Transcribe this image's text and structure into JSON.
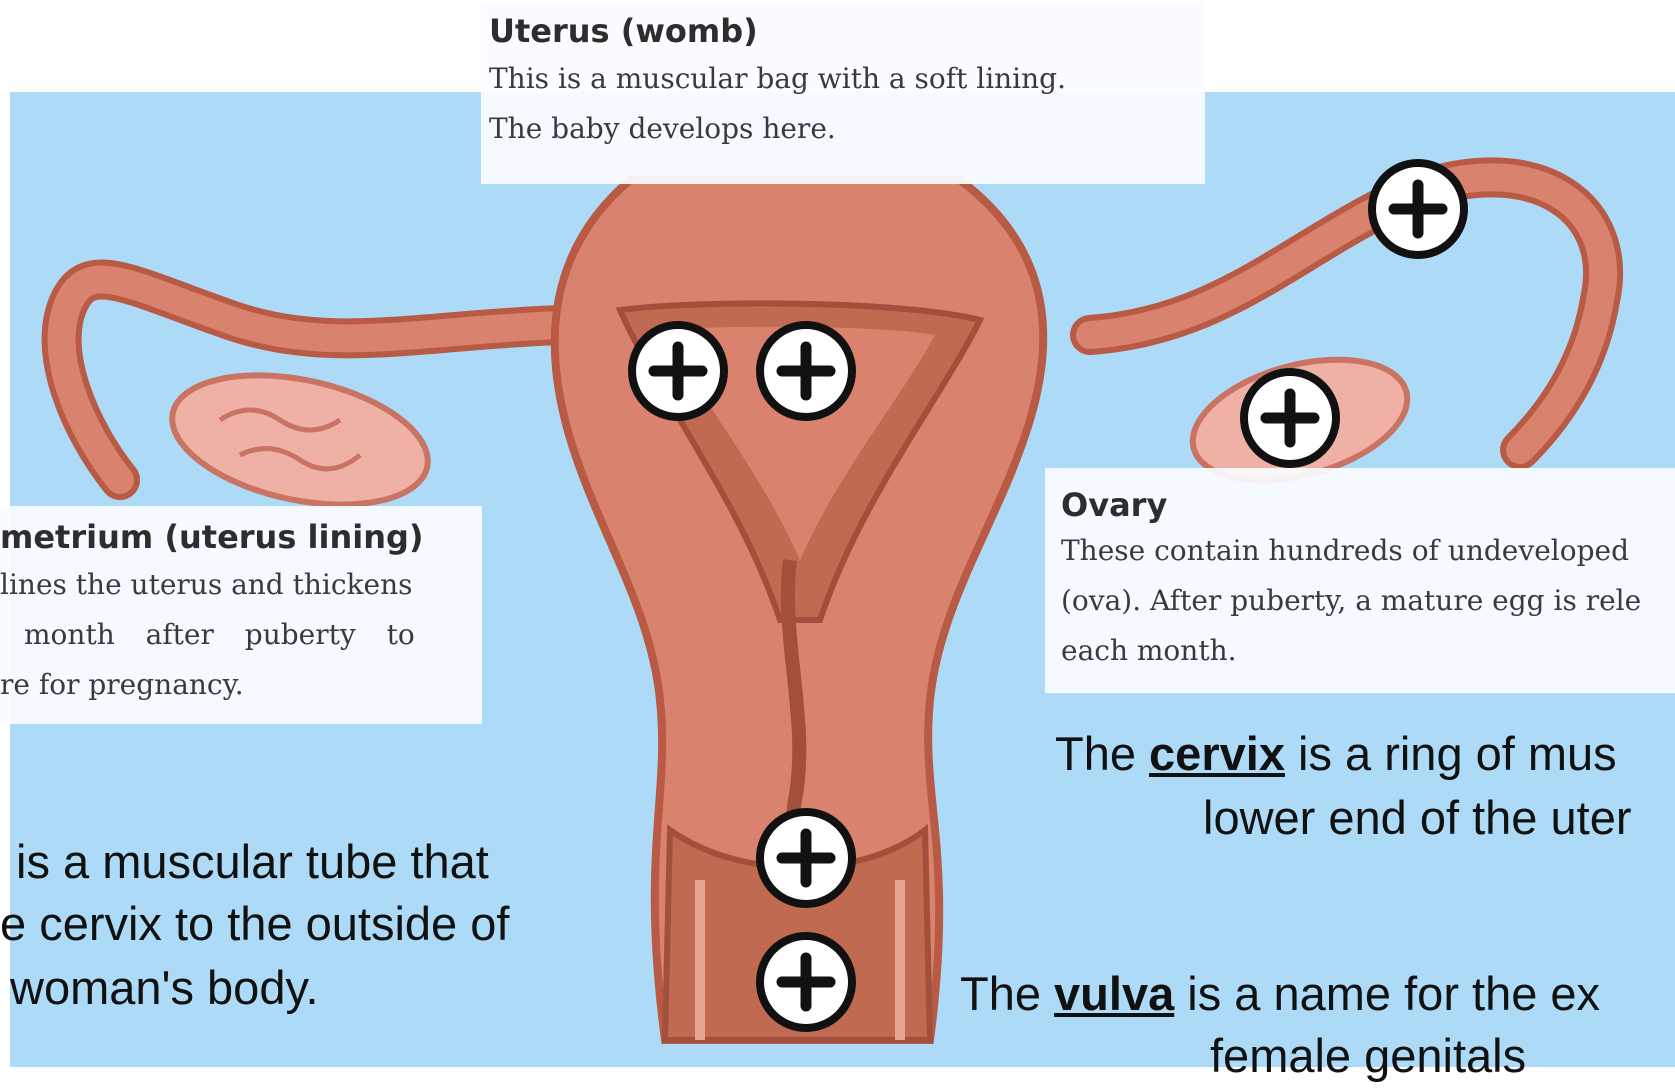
{
  "uterus_card": {
    "title": "Uterus (womb)",
    "line1": "This is a muscular bag with a soft lining.",
    "line2": "The baby develops here."
  },
  "endometrium_card": {
    "title": "metrium (uterus lining)",
    "line1": "lines the uterus and thickens",
    "line2": "month after puberty to",
    "line3": "re for pregnancy."
  },
  "ovary_card": {
    "title": "Ovary",
    "line1": "These contain hundreds of undeveloped",
    "line2": "(ova). After puberty, a mature egg is rele",
    "line3": "each month."
  },
  "cervix_text": {
    "prefix": "The ",
    "term": "cervix",
    "suffix": " is a ring of mus",
    "line2": "lower end of the uter"
  },
  "vagina_text": {
    "line1": "is a muscular tube that",
    "line2": "e cervix to the outside of",
    "line3": "woman's body."
  },
  "vulva_text": {
    "prefix": "The ",
    "term": "vulva",
    "suffix": " is a name for the ex",
    "line2": "female genitals"
  },
  "hotspots": [
    "plus-icon",
    "plus-icon",
    "plus-icon",
    "plus-icon",
    "plus-icon",
    "plus-icon"
  ],
  "colors": {
    "background": "#addbf7",
    "tissue": "#d9826d",
    "tissue_dark": "#b85a44",
    "inner": "#e6a492",
    "ovary": "#efb1a6"
  }
}
